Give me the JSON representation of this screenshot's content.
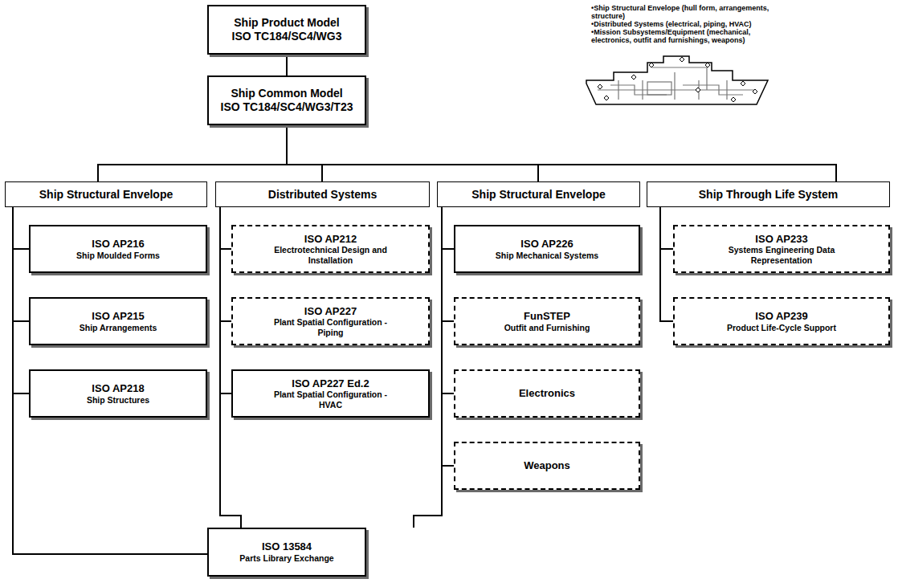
{
  "diagram": {
    "nodes": [
      {
        "text": [
          "Ship Product Model",
          "ISO TC184/SC4/WG3"
        ]
      },
      {
        "text": [
          "Ship Common Model",
          "ISO TC184/SC4/WG3/T23"
        ]
      },
      {
        "text": [
          "Ship Structural Envelope"
        ]
      },
      {
        "text": [
          "Distributed Systems"
        ]
      },
      {
        "text": [
          "Ship Structural Envelope"
        ]
      },
      {
        "text": [
          "Ship Through Life System"
        ]
      },
      {
        "text": [
          "ISO AP216",
          "Ship Moulded Forms"
        ]
      },
      {
        "text": [
          "ISO AP215",
          "Ship Arrangements"
        ]
      },
      {
        "text": [
          "ISO AP218",
          "Ship Structures"
        ]
      },
      {
        "text": [
          "ISO AP212",
          "Electrotechnical Design and Installation"
        ]
      },
      {
        "text": [
          "ISO AP227",
          "Plant Spatial Configuration - Piping"
        ]
      },
      {
        "text": [
          "ISO AP227 Ed.2",
          "Plant Spatial Configuration - HVAC"
        ]
      },
      {
        "text": [
          "ISO AP226",
          "Ship Mechanical Systems"
        ]
      },
      {
        "text": [
          "FunSTEP",
          "Outfit and Furnishing"
        ]
      },
      {
        "text": [
          "Electronics"
        ]
      },
      {
        "text": [
          "Weapons"
        ]
      },
      {
        "text": [
          "ISO AP233",
          "Systems Engineering Data Representation"
        ]
      },
      {
        "text": [
          "ISO AP239",
          "Product Life-Cycle Support"
        ]
      },
      {
        "text": [
          "ISO 13584",
          "Parts Library Exchange"
        ]
      }
    ],
    "edges": [
      {
        "from": 0,
        "to": 1,
        "arrow": "none"
      },
      {
        "from": 1,
        "to": 2,
        "arrow": "none"
      },
      {
        "from": 1,
        "to": 3,
        "arrow": "none"
      },
      {
        "from": 1,
        "to": 4,
        "arrow": "none"
      },
      {
        "from": 1,
        "to": 5,
        "arrow": "none"
      },
      {
        "from": 2,
        "to": 6,
        "arrow": "none"
      },
      {
        "from": 2,
        "to": 7,
        "arrow": "none"
      },
      {
        "from": 2,
        "to": 8,
        "arrow": "none"
      },
      {
        "from": 3,
        "to": 9,
        "arrow": "none"
      },
      {
        "from": 3,
        "to": 10,
        "arrow": "none"
      },
      {
        "from": 3,
        "to": 11,
        "arrow": "none"
      },
      {
        "from": 4,
        "to": 12,
        "arrow": "none"
      },
      {
        "from": 4,
        "to": 13,
        "arrow": "none"
      },
      {
        "from": 4,
        "to": 14,
        "arrow": "none"
      },
      {
        "from": 4,
        "to": 15,
        "arrow": "none"
      },
      {
        "from": 5,
        "to": 16,
        "arrow": "none"
      },
      {
        "from": 5,
        "to": 17,
        "arrow": "none"
      },
      {
        "from": 2,
        "to": 18,
        "arrow": "none"
      },
      {
        "from": 3,
        "to": 18,
        "arrow": "none"
      },
      {
        "from": 4,
        "to": 18,
        "arrow": "none"
      }
    ],
    "labels": [
      "•Ship Structural Envelope (hull form, arrangements, structure)",
      "•Distributed Systems (electrical, piping, HVAC)",
      "•Mission Subsystems/Equipment (mechanical, electronics, outfit and furnishings, weapons)"
    ]
  }
}
